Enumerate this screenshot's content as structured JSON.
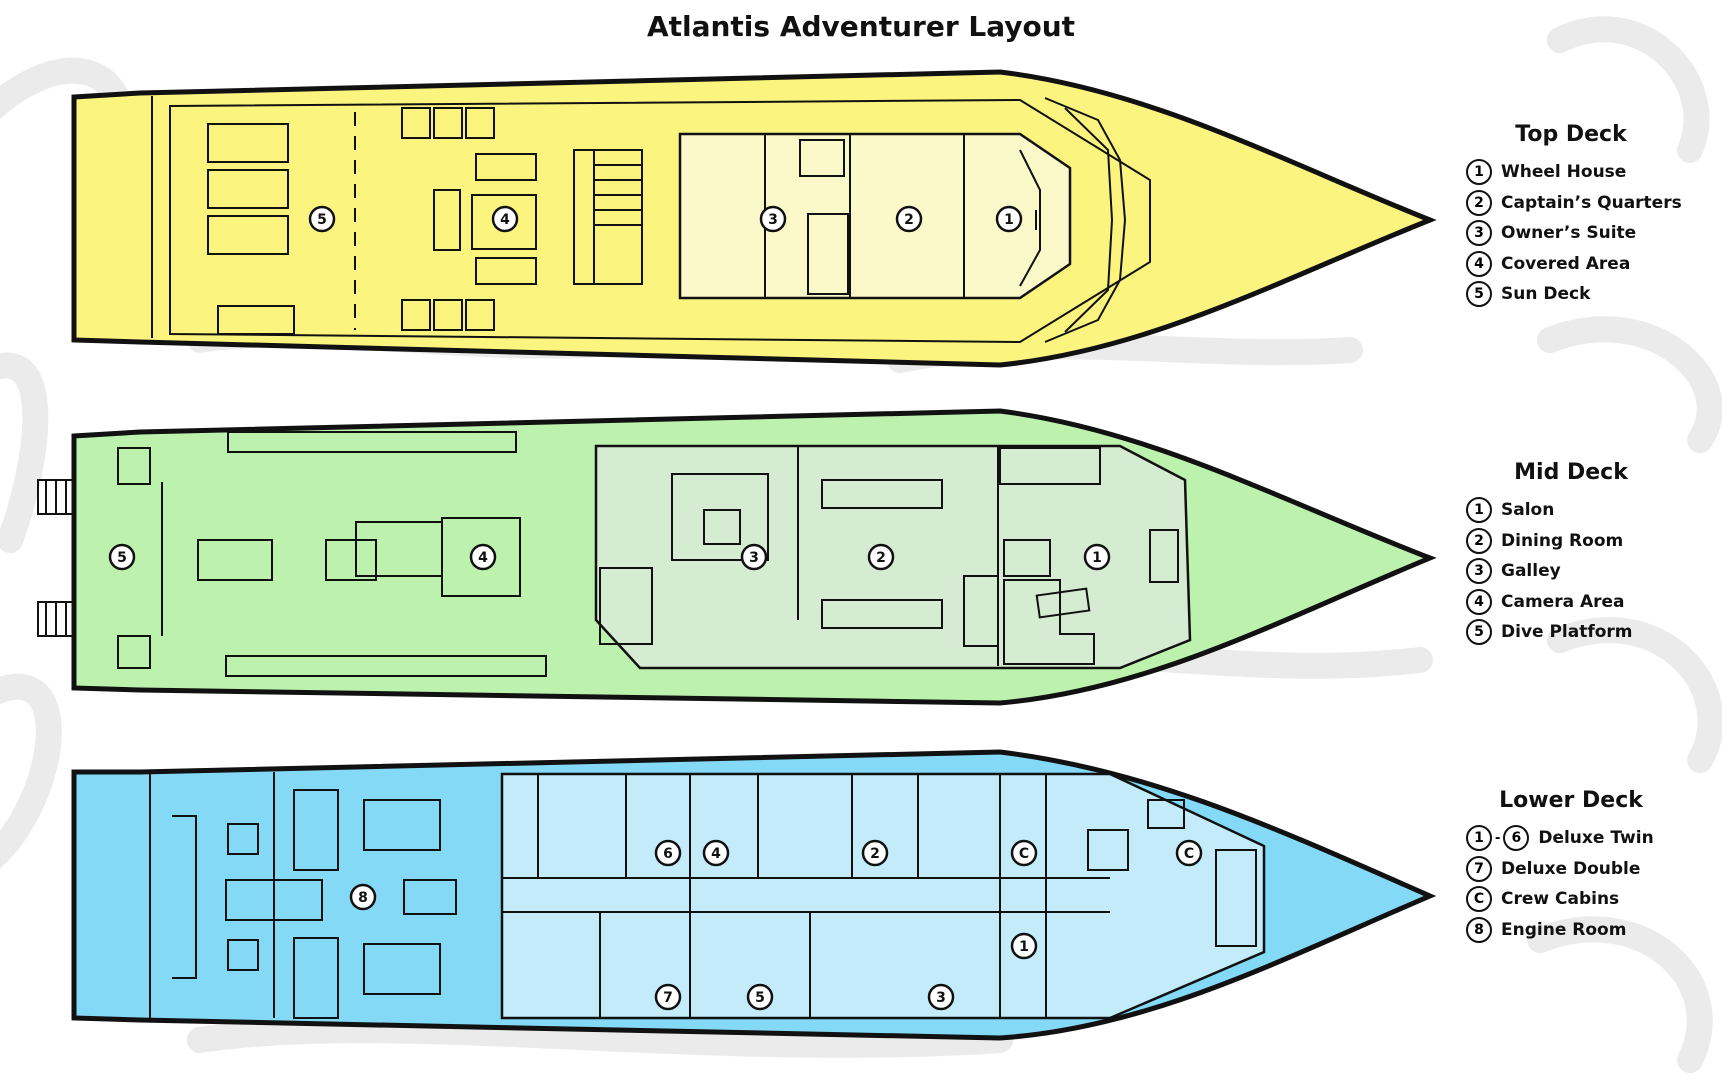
{
  "title": "Atlantis Adventurer Layout",
  "colors": {
    "top_deck": "#fbf47f",
    "mid_deck": "#bdf2ae",
    "lower_deck": "#83d9f6",
    "top_deck_cabin": "#fbf8c9",
    "mid_deck_cabin": "#d5ecd2",
    "lower_deck_cabin": "#c4ebf9",
    "outline": "#111111"
  },
  "decks": [
    {
      "name": "Top Deck",
      "legend": [
        {
          "num": "1",
          "label": "Wheel House"
        },
        {
          "num": "2",
          "label": "Captain’s Quarters"
        },
        {
          "num": "3",
          "label": "Owner’s Suite"
        },
        {
          "num": "4",
          "label": "Covered Area"
        },
        {
          "num": "5",
          "label": "Sun Deck"
        }
      ],
      "markers": [
        "5",
        "4",
        "3",
        "2",
        "1"
      ]
    },
    {
      "name": "Mid Deck",
      "legend": [
        {
          "num": "1",
          "label": "Salon"
        },
        {
          "num": "2",
          "label": "Dining Room"
        },
        {
          "num": "3",
          "label": "Galley"
        },
        {
          "num": "4",
          "label": "Camera Area"
        },
        {
          "num": "5",
          "label": "Dive Platform"
        }
      ],
      "markers": [
        "5",
        "4",
        "3",
        "2",
        "1"
      ]
    },
    {
      "name": "Lower Deck",
      "legend": [
        {
          "num": "1",
          "num2": "6",
          "dash": "-",
          "label": "Deluxe Twin"
        },
        {
          "num": "7",
          "label": "Deluxe Double"
        },
        {
          "num": "C",
          "label": "Crew Cabins"
        },
        {
          "num": "8",
          "label": "Engine Room"
        }
      ],
      "markers": [
        "8",
        "6",
        "4",
        "2",
        "C",
        "C",
        "1",
        "7",
        "5",
        "3"
      ]
    }
  ]
}
